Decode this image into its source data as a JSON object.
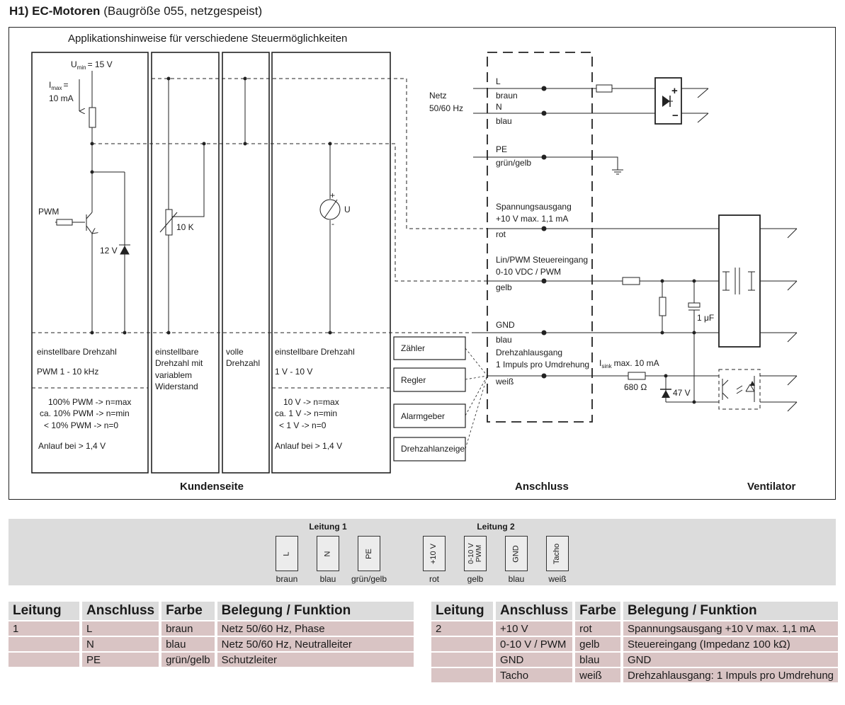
{
  "header": {
    "title": "H1) EC-Motoren",
    "subtitle": "(Baugröße 055, netzgespeist)"
  },
  "diagram": {
    "heading": "Applikationshinweise für verschiedene Steuermöglichkeiten",
    "sections": {
      "customer": "Kundenseite",
      "connection": "Anschluss",
      "fan": "Ventilator"
    },
    "pwm_box": {
      "umin": "U",
      "umin_sub": "min",
      "umin_val": "= 15 V",
      "imax": "I",
      "imax_sub": "max",
      "imax_eq": "=",
      "imax_val": "10 mA",
      "pwm": "PWM",
      "zener": "12 V",
      "desc1": "einstellbare Drehzahl",
      "desc2": "PWM 1 - 10 kHz",
      "rows": [
        "100% PWM   ->   n=max",
        "ca. 10% PWM   ->   n=min",
        "< 10% PWM   ->   n=0"
      ],
      "start": "Anlauf bei > 1,4 V"
    },
    "pot_box": {
      "value": "10 K",
      "desc": [
        "einstellbare",
        "Drehzahl mit",
        "variablem",
        "Widerstand"
      ]
    },
    "full_box": {
      "desc": [
        "volle",
        "Drehzahl"
      ]
    },
    "volt_box": {
      "meter": "U",
      "plus": "+",
      "minus": "-",
      "desc1": "einstellbare Drehzahl",
      "desc2": "1 V - 10 V",
      "rows": [
        "10 V   ->   n=max",
        "ca. 1 V   ->   n=min",
        "< 1 V   ->   n=0"
      ],
      "start": "Anlauf bei > 1,4 V"
    },
    "devices": [
      "Zähler",
      "Regler",
      "Alarmgeber",
      "Drehzahlanzeige"
    ],
    "mains": [
      "Netz",
      "50/60 Hz"
    ],
    "wires": {
      "L": [
        "L",
        "braun"
      ],
      "N": [
        "N",
        "blau"
      ],
      "PE": [
        "PE",
        "grün/gelb"
      ],
      "v10": [
        "Spannungsausgang",
        "+10 V max. 1,1 mA",
        "rot"
      ],
      "pwm": [
        "Lin/PWM Steuereingang",
        "0-10 VDC / PWM",
        "gelb"
      ],
      "gnd": [
        "GND",
        "blau"
      ],
      "tacho": [
        "Drehzahlausgang",
        "1 Impuls pro Umdrehung",
        "weiß"
      ]
    },
    "fan_side": {
      "rect_plus": "+",
      "rect_minus": "−",
      "cap": "1 μF",
      "isink": "I",
      "isink_sub": "sink",
      "isink_val": "max. 10 mA",
      "res": "680 Ω",
      "zener": "47 V"
    }
  },
  "plugs": {
    "group1": {
      "title": "Leitung 1",
      "pins": [
        {
          "label": "L",
          "color": "braun"
        },
        {
          "label": "N",
          "color": "blau"
        },
        {
          "label": "PE",
          "color": "grün/gelb"
        }
      ]
    },
    "group2": {
      "title": "Leitung 2",
      "pins": [
        {
          "label": "+10 V",
          "color": "rot"
        },
        {
          "label": "0-10 V PWM",
          "color": "gelb"
        },
        {
          "label": "GND",
          "color": "blau"
        },
        {
          "label": "Tacho",
          "color": "weiß"
        }
      ]
    }
  },
  "table_headers": [
    "Leitung",
    "Anschluss",
    "Farbe",
    "Belegung / Funktion"
  ],
  "table1": [
    [
      "1",
      "L",
      "braun",
      "Netz 50/60 Hz, Phase"
    ],
    [
      "",
      "N",
      "blau",
      "Netz 50/60 Hz, Neutralleiter"
    ],
    [
      "",
      "PE",
      "grün/gelb",
      "Schutzleiter"
    ]
  ],
  "table2": [
    [
      "2",
      "+10 V",
      "rot",
      "Spannungsausgang +10 V max. 1,1 mA"
    ],
    [
      "",
      "0-10 V / PWM",
      "gelb",
      "Steuereingang (Impedanz 100 kΩ)"
    ],
    [
      "",
      "GND",
      "blau",
      "GND"
    ],
    [
      "",
      "Tacho",
      "weiß",
      "Drehzahlausgang: 1 Impuls pro Umdrehung"
    ]
  ],
  "colors": {
    "table_header": "#dcdcdc",
    "table_row": "#d9c4c4",
    "panel": "#dcdcdc"
  }
}
